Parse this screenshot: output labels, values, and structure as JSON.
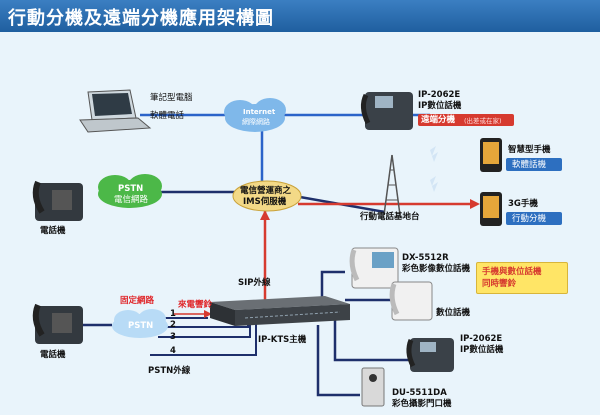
{
  "header": {
    "title": "行動分機及遠端分機應用架構圖"
  },
  "colors": {
    "header_bg": "#2a6fb0",
    "line_blue": "#2b63c9",
    "line_red": "#d63a2f",
    "line_navy": "#1e2f6b",
    "box_blue": "#2d6fc0",
    "box_red": "#d63a2f",
    "callout_yellow": "#ffe566",
    "cloud_green": "#4cb848",
    "cloud_blue": "#7fb8ea"
  },
  "nodes": {
    "laptop": {
      "title": "筆記型電腦",
      "subtitle": "軟體電話"
    },
    "internet": {
      "line1": "Internet",
      "line2": "網際網路"
    },
    "ip_2062e_top": {
      "model": "IP-2062E",
      "desc": "IP數位話機",
      "sub": "遠端分機",
      "note": "(出差或在家)"
    },
    "pstn_top": {
      "line1": "PSTN",
      "line2": "電信網路"
    },
    "phone_left_top": {
      "label": "電話機"
    },
    "ims": {
      "line1": "電信營運商之",
      "line2": "IMS伺服機"
    },
    "base_station": {
      "label": "行動電話基地台"
    },
    "smartphone": {
      "title": "智慧型手機",
      "subtitle": "軟體話機"
    },
    "phone_3g": {
      "title": "3G手機",
      "subtitle": "行動分機"
    },
    "callout": {
      "line1": "手機與數位話機",
      "line2": "同時響鈴"
    },
    "dx_5512r": {
      "model": "DX-5512R",
      "desc": "彩色影像數位話機"
    },
    "digital_phone": {
      "label": "數位話機"
    },
    "ip_2062e_bottom": {
      "model": "IP-2062E",
      "desc": "IP數位話機"
    },
    "du_5511da": {
      "model": "DU-5511DA",
      "desc": "彩色攝影門口機"
    },
    "ip_kts": {
      "label": "IP-KTS主機"
    },
    "sip_trunk": {
      "label": "SIP外線"
    },
    "pstn_bottom": {
      "label": "PSTN"
    },
    "pstn_lines": {
      "label": "PSTN外線",
      "numbers": [
        "1",
        "2",
        "3",
        "4"
      ]
    },
    "fixed_network": {
      "label": "固定網路"
    },
    "incoming_ring": {
      "label": "來電響鈴"
    },
    "phone_left_bottom": {
      "label": "電話機"
    }
  }
}
